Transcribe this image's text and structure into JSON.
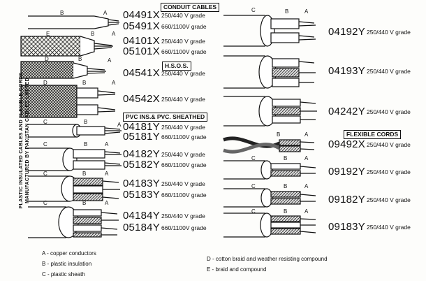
{
  "title": [
    "PLASTIC INSULATED CABLES AND FLEXIBLE CORDS",
    "MANUFACTURED BY PAKISTAN CABLES LIMITED"
  ],
  "section_headers": {
    "conduit": "CONDUIT CABLES",
    "hsos": "H.S.O.S.",
    "pvc": "PVC INS.& PVC. SHEATHED",
    "flexible": "FLEXIBLE CORDS"
  },
  "grades": {
    "g250": "250/440 V grade",
    "g660": "660/1100V grade"
  },
  "cables_left": [
    {
      "code": "04491X"
    },
    {
      "code": "05491X"
    },
    {
      "code": "04101X"
    },
    {
      "code": "05101X"
    },
    {
      "code": "04541X"
    },
    {
      "code": "04542X"
    },
    {
      "code": "04181Y"
    },
    {
      "code": "05181Y"
    },
    {
      "code": "04182Y"
    },
    {
      "code": "05182Y"
    },
    {
      "code": "04183Y"
    },
    {
      "code": "05183Y"
    },
    {
      "code": "04184Y"
    },
    {
      "code": "05184Y"
    }
  ],
  "cables_right": [
    {
      "code": "04192Y"
    },
    {
      "code": "04193Y"
    },
    {
      "code": "04242Y"
    },
    {
      "code": "09492X"
    },
    {
      "code": "09192Y"
    },
    {
      "code": "09182Y"
    },
    {
      "code": "09183Y"
    }
  ],
  "part_labels": {
    "a": "A",
    "b": "B",
    "c": "C",
    "d": "D",
    "e": "E"
  },
  "legend": [
    "A - copper conductors",
    "B - plastic insulation",
    "C - plastic sheath",
    "D - cotton braid and weather resisting compound",
    "E - braid and compound"
  ]
}
